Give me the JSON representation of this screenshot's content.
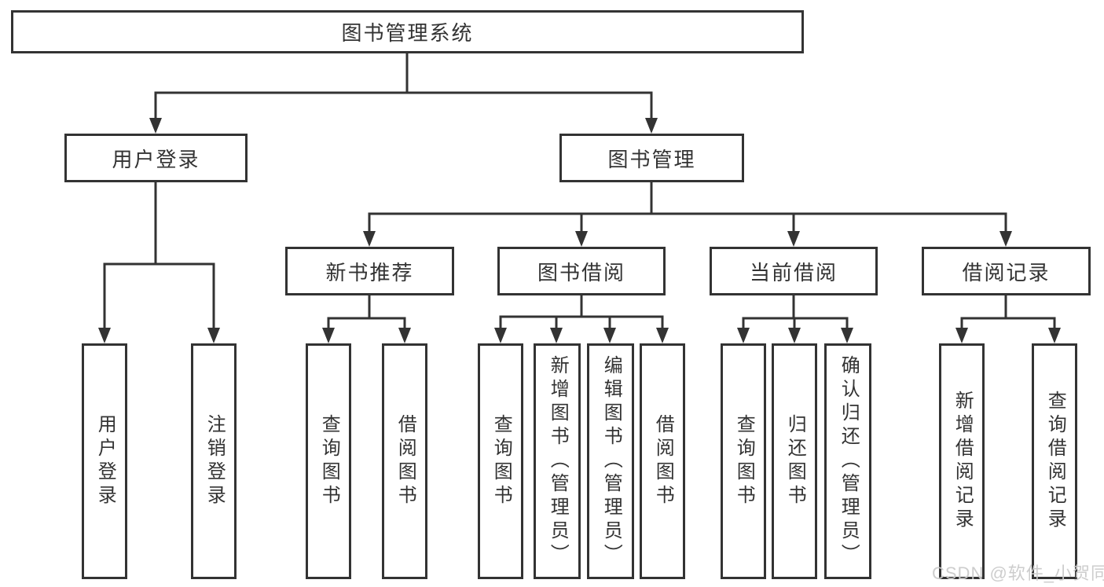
{
  "tree": {
    "root": {
      "label": "图书管理系统",
      "children": [
        {
          "label": "用户登录",
          "children": [
            {
              "label": "用户登录"
            },
            {
              "label": "注销登录"
            }
          ]
        },
        {
          "label": "图书管理",
          "children": [
            {
              "label": "新书推荐",
              "children": [
                {
                  "label": "查询图书"
                },
                {
                  "label": "借阅图书"
                }
              ]
            },
            {
              "label": "图书借阅",
              "children": [
                {
                  "label": "查询图书"
                },
                {
                  "label": "新增图书（管理员）"
                },
                {
                  "label": "编辑图书（管理员）"
                },
                {
                  "label": "借阅图书"
                }
              ]
            },
            {
              "label": "当前借阅",
              "children": [
                {
                  "label": "查询图书"
                },
                {
                  "label": "归还图书"
                },
                {
                  "label": "确认归还（管理员）"
                }
              ]
            },
            {
              "label": "借阅记录",
              "children": [
                {
                  "label": "新增借阅记录"
                },
                {
                  "label": "查询借阅记录"
                }
              ]
            }
          ]
        }
      ]
    }
  },
  "watermark": {
    "text": "CSDN @软件_小贺同学"
  },
  "colors": {
    "line": "#333333",
    "box_border": "#333333",
    "text": "#333333",
    "background": "#ffffff",
    "watermark": "#cacaca"
  }
}
